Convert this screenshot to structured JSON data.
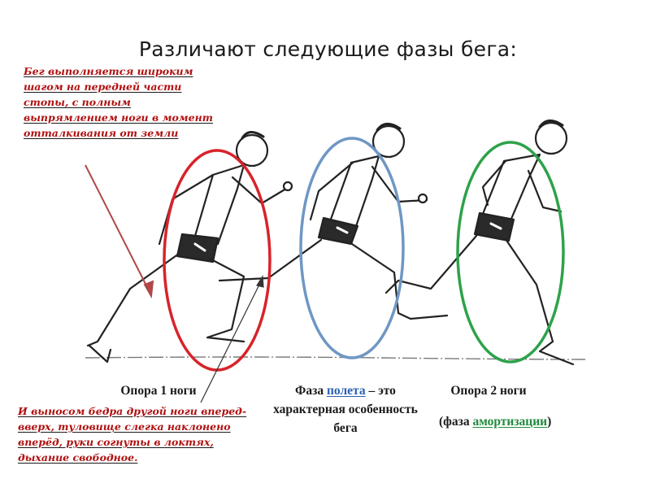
{
  "title": "Различают следующие фазы бега:",
  "notes": {
    "top": "Бег выполняется широким шагом на передней части стопы, с полным выпрямлением ноги в момент отталкивания от земли",
    "bottom": "И выносом бедра другой ноги вперед-вверх, туловище слегка наклонено вперёд, руки согнуты в локтях, дыхание свободное."
  },
  "labels": {
    "support_one": "Опора 1 ноги",
    "flight_prefix": "Фаза ",
    "flight_keyword": "полета",
    "flight_suffix": " – это характерная особенность бега",
    "support_two": "Опора 2 ноги",
    "amort_prefix": "(фаза ",
    "amort_keyword": "амортизации",
    "amort_suffix": ")"
  },
  "colors": {
    "red": "#d8232a",
    "blue": "#6f97c4",
    "green": "#2ea24a",
    "note_text": "#b01010"
  }
}
